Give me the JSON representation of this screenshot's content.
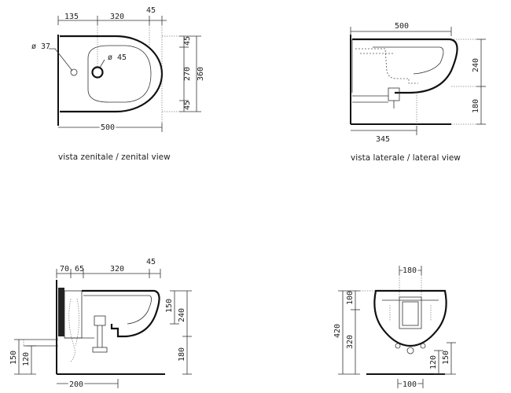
{
  "views": {
    "top": {
      "caption": "vista zenitale / zenital view",
      "dims": {
        "d135": "135",
        "d320": "320",
        "d45": "45",
        "d500": "500",
        "d37": "ø 37",
        "d45hole": "ø 45",
        "r45a": "45",
        "r270": "270",
        "r45b": "45",
        "r360": "360"
      }
    },
    "lateral": {
      "caption": "vista laterale / lateral view",
      "dims": {
        "d500": "500",
        "d345": "345",
        "d240": "240",
        "d180": "180"
      }
    },
    "section": {
      "dims": {
        "d70": "70",
        "d65": "65",
        "d320": "320",
        "d45": "45",
        "d200": "200",
        "d150": "150",
        "d240": "240",
        "d180": "180",
        "l150": "150",
        "l120": "120"
      }
    },
    "front": {
      "dims": {
        "d180": "180",
        "d100top": "100",
        "d420": "420",
        "d320": "320",
        "d100bottom": "100",
        "d120": "120",
        "d150": "150"
      }
    }
  }
}
